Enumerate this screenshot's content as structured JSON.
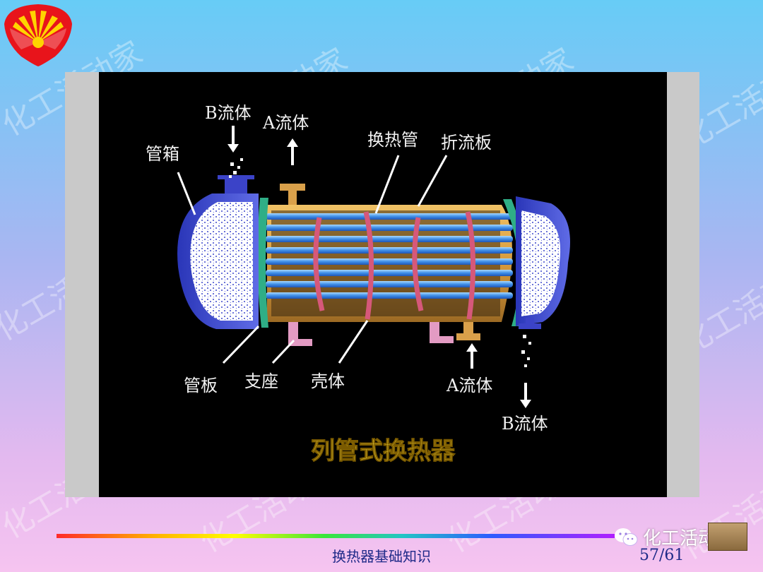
{
  "diagram": {
    "labels": {
      "b_fluid_in": "B流体",
      "a_fluid_out": "A流体",
      "tube_box": "管箱",
      "heat_tube": "换热管",
      "baffle": "折流板",
      "tube_sheet": "管板",
      "support": "支座",
      "shell": "壳体",
      "a_fluid_in": "A流体",
      "b_fluid_out": "B流体"
    },
    "title": "列管式换热器"
  },
  "watermark": {
    "text": "化工活动家"
  },
  "footer": {
    "title": "换热器基础知识",
    "page": "57/61",
    "brand": "化工活动家"
  }
}
